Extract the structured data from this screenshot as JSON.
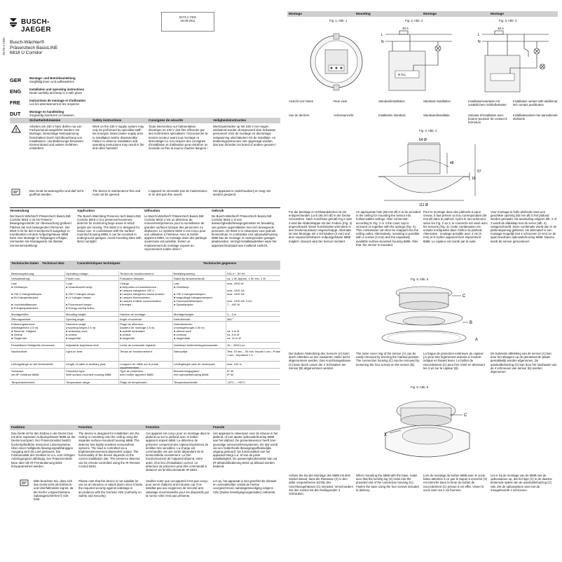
{
  "header": {
    "side_code": "0173-1-7331",
    "brand": "BUSCH-JAEGER",
    "doc_number": "0173-1-7331",
    "doc_date": "16.09.2011",
    "product_line1": "Busch-Wächter®",
    "product_line2": "Präsenztech BasicLINE",
    "product_line3": "6818 U Corridor"
  },
  "languages": [
    {
      "code": "GER",
      "bold": "Montage- und Betriebsanleitung",
      "normal": "Sorgfältig lesen und aufbewahren"
    },
    {
      "code": "ENG",
      "bold": "Installation and operating instructions",
      "normal": "Read carefully and keep in a safe place"
    },
    {
      "code": "FRE",
      "bold": "Instructions de montage et d'utilisation",
      "normal": "Les lire attentivement et les respecter"
    },
    {
      "code": "DUT",
      "bold": "Montage en handleiding",
      "normal": "Zorgvuldig doorlezen en bewaren"
    }
  ],
  "safety": {
    "headers": [
      "Sicherheitshinweise",
      "Safety instructions",
      "Consignes de sécurité",
      "Veiligheidsinstructies"
    ],
    "texts": [
      "Arbeiten am 230 V Netz dürfen nur von Fachpersonal ausgeführt werden! Vor Montage, Demontage Netzspannung freischalten! Durch Nichtbeachtung von Installations- und Bedienungs-hinweisen können Brand und andere Gefahren entstehen!",
      "Work on the 230 V supply system may only be performed by specialist staff! De-energize mains power supply prior to installation and/or disassembly! Failure to observe installation and operating instructions may result in fire and other hazards!",
      "Toute intervention sur l'alimentation électrique en 230 V doit être effectuée par des techniciens spécialisés ! Déconnecter la tension secteur avant tout montage et démontage! Le non-respect des consignes d'installation et d'utilisation peut entraîner un incendie ou être la source d'autres dangers !",
      "Werkzaamheden op het 230 V net mogen uitsluitend worden doorgevoerd door bekwaam personeel! Vóór de montage en demontage netspanning uitschakelen! Als de installatie- en bedieningsinstructies niet opgevolgd worden, dan kan dit leiden tot brand of andere gevaren !"
    ],
    "maint": [
      "Das Gerät ist wartungsfrei und darf nicht geöffnet werden.",
      "The device is maintenance-free and must not be opened.",
      "L'appareil ne nécessite pas de maintenance et ne doit pas être ouvert.",
      "Het apparaat is onderhoudsvrij en mag niet worden geopend."
    ]
  },
  "usage": {
    "headers": [
      "Verwendung",
      "Application",
      "Utilisation",
      "Gebruik"
    ],
    "texts": [
      "Der Busch-Wächter® Präsenztech BasicLINE Corridor 6818 U ist ein Präsenz-Bewegungsmelder zur Überwachung größerer Flächen bei sich bewegenden Personen. Der 6818 U ist für den Innenbereich ausgelegt. In Kombination mit dem Aufputzgehäuse 6888 kann eine Montage in Tiefgaragen erfolgen. Vermeiden Sie Montageorte mit direkter Sonneneinstrahlung!",
      "The Busch-Watchdog Presence tech BasicLINE Corridor 6818 U is a presence/movement detector for monitoring large areas in which people are moving. The 6818 U is designed for indoor use. In combination with the surface-mounted housing 6888, it can be mounted in underground garages. Avoid mounting sites with direct sunlight!",
      "Le Busch-Wächter® Präsenztech BasicLINE Corridor 6818 U est un détecteur de mouvement/présence pour la surveillance de grandes surfaces lorsque des personnes s'y déplacent. Le système 6818 U est conçu pour une utilisation à l'intérieur. Avec le boîtier apparent 6888, un montage dans des parkings souterrains est possible. Evitez un emplacement de montage exposé au rayonnement solaire direct !",
      "De Busch-Wächter® Präsenztech BasicLINE Corridor 6818 U is een aanwezigheids/bewegingsmelder ter bewaking van grotere oppervlakken met zich bewegende personen. De 6818 U is ontworpen voor gebruik binnenshuis. In combinatie met opbouwbehuizing 6888 kan de montage in ondergrondse garages plaatsvinden. Vermijd installatieplekken waar het apparaat blootstaat aan invallend zonlicht."
    ]
  },
  "techdata": {
    "headers": [
      "Technische Daten",
      "Technical data",
      "Caractéristiques techniques",
      "Technische gegevens"
    ],
    "rows": [
      [
        "Betriebsspannung:",
        "Operating voltage:",
        "Tension de fonctionnement :",
        "Bedrijfsspanning:",
        "230 V~, 50 Hz"
      ],
      [
        "Verlustleistung:",
        "Power loss:",
        "Puissance dissipée :",
        "Stand-by stroomverbruik:",
        "ca. 1 W; Approx. 1 W; env. 1 W"
      ],
      [
        "Last\n● Glühlampe:\n\n● 230 V Halogenlampen:\n● NV-Halogenlampen:\n\n● Leuchtstofflampen:\n● Energiesparlampen:",
        "Load\n● Incandescent lamp:\n\n● 230 V halogen lamps:\n● LV halogen lamps:\n\n● Fluorescent lamps:\n● Energy-saving bulbs:",
        "Charge\n● Ampoules à incandescence :\n● Lampes halogènes 230 V :\n● Lampes halogènes basse tension :\n● Lampes fluorescentes :\n● Lampes à faible consommation d'énergie :",
        "Last\n● Gloeilamp:\n\n● 230 V halogeenlampen:\n● laagvoltage halogeenlampen:\n● Fluorescentielampen:\n● Spaarlampen:",
        "max. 2000 W\n\nmax. 1000 VA\nmax. 1000 VA\n\nmax. 1000 VA, 4 AX\n7 – 400 W"
      ],
      [
        "Montagehöhe:",
        "Mounting height:",
        "Hauteur de montage :",
        "Montagehoogte:",
        "2 – 3 m"
      ],
      [
        "Öffnungswinkel:",
        "Opening angle:",
        "Angle d'ouverture :",
        "Detectiehoek:",
        "360 °"
      ],
      [
        "Erfassungsbereich:\n(Montagehöhe 2,5 m)\n● Sitzende Tätigkeit\n● Zentral\n● Tangential",
        "Detection range:\n(mounting height 2.5 m)\n● sedentary work\n● central\n● tangential",
        "Plage de détection :\n(hauteur de montage 2,5 m)\n● activité sédentaire\n● central\n● tangentiel",
        "Detectiebereik:\n(montagehoogte 2,50 m)\n● zittend werk\n● centraal\n● tangentiaal",
        "\n\nca. 4 m Ø\nca. 8 m Ø\nca. 24 m Ø"
      ],
      [
        "Einstellbarer Helligkeits-Grenzwert:",
        "Adjustable brightness limit:",
        "Limite de luminosité réglable:",
        "Instelbare helderheidsgrenswaarde:",
        "10 – 2000 Lux"
      ],
      [
        "Nachlaufzeit:",
        "Light-on time:",
        "Temps de fonctionnement :",
        "Naloopttijd:",
        "Test, 10 sec – 30 min. Impuls 1 sec.; Pulse 1 sec.; Impulsion 1 s."
      ],
      [
        "Leitungslänge an der Nebenstelle:",
        "Length of cable to auxiliary post:",
        "Longueur de câble sur le poste supplémentaire :",
        "Leidinglengte naar de nevenpost:",
        "max. 100 m"
      ],
      [
        "Schutzart:\nmit AP Gehäuse 6888:",
        "Protection type:\nWith surface-mounted housing 6888:",
        "Type de protection :\navec boîtier apparent 6888 :",
        "Beschermingsgraad:\nmet opbouwbehuizing 6888:",
        "IP 40\nIP 54"
      ],
      [
        "Temperaturbereich:",
        "Temperature range:",
        "Plage de température :",
        "Temperatuurbereik:",
        "-20°C – +45°C"
      ]
    ]
  },
  "function": {
    "headers": [
      "Funktion",
      "Function",
      "Fonction",
      "Functie"
    ],
    "texts": [
      "Das Gerät ist für den Einbau in die Decke bzw. mit dem separaten Aufputzgehäuse 6888 an der Decke konzipiert. Der Präsenzmelder besitzt hochempfindliche Sensoren/ Linsensysteme. Über einen helligkeits-/bewegungsabhängigen Ausgang wird die Last gesteuert. Die Funktionalität des Gerätes ist u.a. vom richtigen Anbringungsort abhängig. Der Präsenzmelder kann über die IR-Fernbedienung 6843 fernparametriert werden.",
      "The device is designed for installation into the ceiling or mounting onto the ceiling using the separate surface-mounted housing 6888. The detector has highly sensitive sensors/lens systems. The load is controlled via a brightness/movement dependent output. The functionality of the device depends on the correct installation site. The presence detector can be remote-controlled using the IR Remote Control 6843.",
      "Cet appareil est conçu pour un montage dans le plafond ou sur le plafond avec le boîtier apparent séparé 6888. Le détecteur de présence comprend des capteurs/systèmes de lentilles très sensibles. La charge est commandée via une sortie dépendant de la luminosité/du mouvement. Le bon fonctionnement de l'appareil dépend, entre autre, d'un lieu d'installation correct. Le détecteur de présence peut être commandé à distance via la télécommande IR 6843.",
      "Het apparaat is ontworpen voor de inbouw in het plafond, of met aparte opbouwbehuizing 6888 aan het plafond. De presentiesensor heeft zeer gevoelige sensoren/lenssystemen. De last wordt via een helderheids-/bewegingsafhankelijke uitgang gestuurd. De functionaliteit van het apparaat hangt o.a. af van de juiste installatieplek. De aanwezigheidsmelder kan via IR-afstandsbediening 6843 op afstand worden bediend."
    ],
    "notes": [
      "Bitte beachten Sie, dass sich das Gerät nicht als Einbruch- und Überfallmelder eignet, da die hierfür vorgeschriebene Sabotagesicherheit § VdS fehlt.",
      "Please note that the device is not suitable for use as an intrusion or attack alarm since it lacks the required security against sabotage in accordance with the German VdS (Authority on Safety and Security).",
      "Veuillez noter que cet appareil n'est pas conçu pour servir d'alarme anti-intrusion car il ne satisfait pas aux exigences de sécurité anti-sabotage recommandée pour les dispositifs par la norme VdS n'est pas présente.",
      "Let op, het apparaat is niet geschikt als inbraak- en overvalmelder omdat de hiertoe voorgeschreven sabotagebeveiliging volgens VdS (Duitse beveiligingsorganisatie) ontbreekt."
    ]
  },
  "right": {
    "col_headers": [
      "Montage",
      "Mounting",
      "Montage",
      "Montage"
    ],
    "fig1": "Fig. 1; Abb. 1",
    "fig2": "Fig. 2; Abb. 2",
    "fig3": "Fig. 3; Abb. 3",
    "fig4": "Fig. 4; Abb. 4",
    "fig5": "Fig. 5; Abb. 5",
    "fig6": "Fig. 6; Abb. 6",
    "cap1": [
      "Ansicht von hinten",
      "Rear view",
      "Standardinstallation",
      "Standard installation",
      "Installationsvariante mit zusätzlichem Schließertaster",
      "Installation variant with additional NO contact pushbutton"
    ],
    "cap2": [
      "Vue de derrière",
      "Achteraanzicht",
      "Installation standard",
      "Standaardinstallatie",
      "Variante d'installation avec bouton-poussoir de contact à fermeture",
      "Installatievariant met aanvullende sluittoets"
    ],
    "fuse_label": "10 A",
    "wire_L": "L",
    "wire_N": "N",
    "terminals": "N N L",
    "dims": {
      "d1": "64 Ø",
      "d2": "48",
      "d3": "18",
      "d4": "57",
      "d5": "111 Ø"
    },
    "mount_text": [
      "Für die Montage in Hohlwanddecken ist ein entsprechendes Loch (65 mm Ø) in der Decke vorzusehen. Nach Anschluss gemäß Fig.2 oder 3 wird die Abdeckkappe mit den Federn (Fig. 4) angeschraubt. Diese Kombination wird dann in den Deckenausstanz eingeschnappt. Alternativ ist eine Montage mit 4 Schrauben (3 mm) und dem separat lieferbaren Aufputzgehäuse 6888 möglich. Danach wird der Sensor montiert.",
      "An appropriate hole (65 mm Ø) is to be provided in the ceiling for mounting the sensor into hollow-walled ceilings. After connection according to Fig. 2 or 3 the cover cap is screwed on together with the springs (Fig. 4). This combination can then be snapped into the ceiling outlet. Alternatively, mounting is possible with 4 screws (3 mm) and the separately available surface-mounted housing 6888. After that, the sensor is mounted.",
      "Pour le montage dans des plafonds à paroi creuse, il faut prévoir un trou correspondant (65 mm Ø) dans le plafond. Après le raccordement selon les Fig. 2 ou 3, le couvercle est vissé avec les ressorts (Fig. 4). Cette combinaison est ensuite encliquetée dans l'orifice du plafond. Alternative : montage possible avec 4 vis (3 mm) et le boîtier apparent livré séparément 6888. Le capteur est monté par la suite.",
      "Voor montage in holle plafonds moet een geschikte opening (65 mm Ø) in het plafond worden gemaakt. Na aansluiting volgens afb. 2 of 3 wordt de afdekkap met de veren (afb. 4) vastgeschroefd. Deze combinatie wordt dan in de plafondopening geklemd. Als alternatief is een montage mogelijk met 4 schroeven (3 mm) en de apart leverbare opbouwbehuizing 6888. Daarna wordt de sensor gemonteerd."
    ],
    "fig5_labels": {
      "c": "C",
      "b": "B",
      "a": "A"
    },
    "fig5_text": [
      "Der äußere Abdeckring des Sensors (A) kann durch Abheben an der markierten Stelle leicht abgenommen werden. Das Anschlussgehäuse (C) kann durch Lösen der 4 Schrauben am Sensor (B) abgenommen werden.",
      "The outer cover ring of the sensor (A) can be easily removed by levering the marked position. The connection housing (C) can be removed by loosening the four screws on the sensor (B).",
      "La bague de protection extérieure du capteur (A) peut être légèrement enlevée à l'endroit indiqué en faisant levier. Le boîtier de raccordement (C) peut être retiré en dévissant les 4 vis sur le capteur (B).",
      "De buitenste afdekking van de sensor (A) kan door het afwippen op de gemarkeerde plaats gemakkelijk worden afgenomen. De aansluitbehuizing (C) kan door het losdraaien van de 4 schroeven van sensor (B) worden afgenomen."
    ],
    "fig6_labels": {
      "c": "C",
      "x": "X"
    },
    "fig6_text": [
      "Achten Sie bei der Montage des 6888 mit dem Sockel darauf, dass die Rastnase (X) in den dafür vorgesehenen Schlitz des Anschlussgehäuses (C) einrastet. Verschrauben Sie den Sockel mit den beiliegenden 4 Schrauben.",
      "When mounting the 6888 with the base, make sure that the locking lug (X) locks into the provided slot of the connection housing (C). Fasten the base using the four screws included in delivery.",
      "Lors du montage du boîtier 6888 avec le socle, faites attention à ce que le taquet à encoche (X) s'enclenche dans la fente du boîtier de raccordement (C) prévue à cet effet. Visser le socle avec les 4 vis fournies.",
      "Let er bij de montage van de 6888 met de opbouwdoos op, dat het lipje (X) in de daartoe bestemde spleet van de aansluitbehuizing (C) valt. Zet de opbouwdoos vast met de meegeleverde 4 schroeven."
    ]
  }
}
